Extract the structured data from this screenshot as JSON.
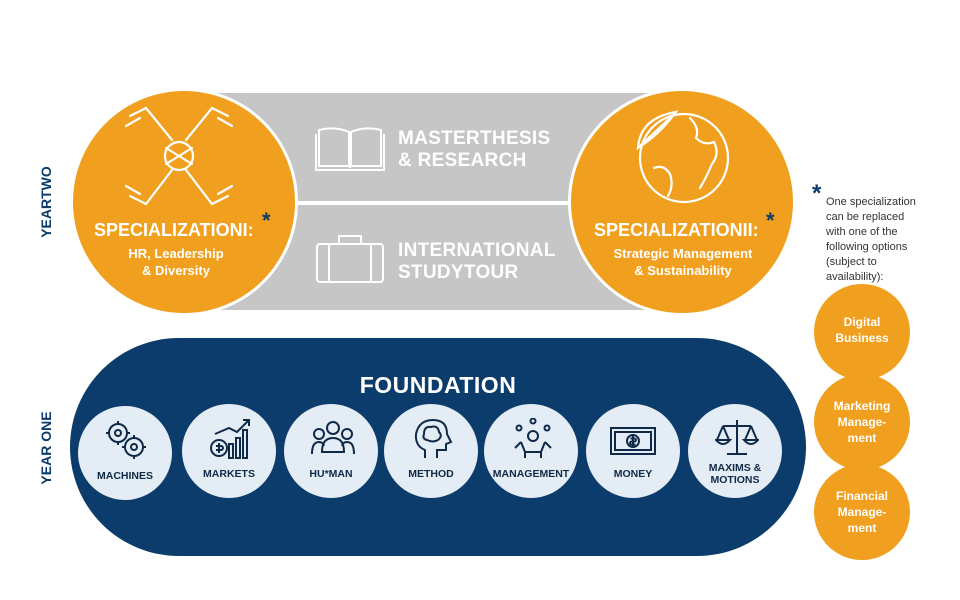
{
  "year_two_label": "YEARTWO",
  "year_one_label": "YEAR ONE",
  "master_thesis": "MASTERTHESIS\n& RESEARCH",
  "study_tour": "INTERNATIONAL\nSTUDYTOUR",
  "spec1": {
    "title": "SPECIALIZATIONI:",
    "subtitle": "HR, Leadership\n& Diversity",
    "asterisk": "*"
  },
  "spec2": {
    "title": "SPECIALIZATIONII:",
    "subtitle": "Strategic Management\n& Sustainability",
    "asterisk": "*"
  },
  "foundation": {
    "title": "FOUNDATION",
    "modules": [
      {
        "label": "MACHINES",
        "icon": "gears-icon"
      },
      {
        "label": "MARKETS",
        "icon": "growth-chart-icon"
      },
      {
        "label": "HU*MAN",
        "icon": "people-icon"
      },
      {
        "label": "METHOD",
        "icon": "head-brain-icon"
      },
      {
        "label": "MANAGEMENT",
        "icon": "manager-juggling-icon"
      },
      {
        "label": "MONEY",
        "icon": "banknote-icon"
      },
      {
        "label": "MAXIMS &\nMOTIONS",
        "icon": "scales-icon"
      }
    ]
  },
  "note": {
    "asterisk": "*",
    "text": "One specialization\ncan be replaced\nwith one of the\nfollowing options\n(subject to\navailability):"
  },
  "options": [
    "Digital\nBusiness",
    "Marketing\nManage-\nment",
    "Financial\nManage-\nment"
  ],
  "colors": {
    "orange": "#f0a01e",
    "navy": "#0c3c6b",
    "grey": "#c6c6c6",
    "light_blue": "#e4ecf5"
  }
}
